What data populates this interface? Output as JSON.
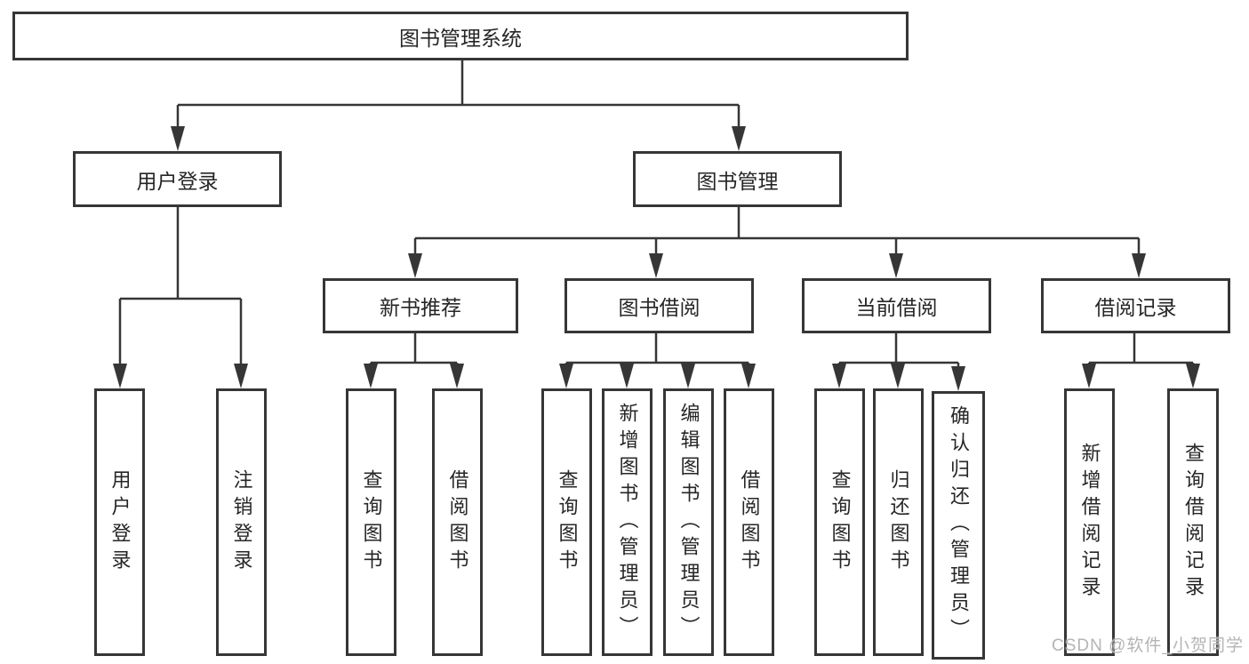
{
  "diagram": {
    "root": {
      "label": "图书管理系统"
    },
    "level2": [
      {
        "label": "用户登录"
      },
      {
        "label": "图书管理"
      }
    ],
    "level3": [
      {
        "label": "新书推荐",
        "parent": "图书管理"
      },
      {
        "label": "图书借阅",
        "parent": "图书管理"
      },
      {
        "label": "当前借阅",
        "parent": "图书管理"
      },
      {
        "label": "借阅记录",
        "parent": "图书管理"
      }
    ],
    "leaves": [
      {
        "label": "用户登录",
        "parent": "用户登录"
      },
      {
        "label": "注销登录",
        "parent": "用户登录"
      },
      {
        "label": "查询图书",
        "parent": "新书推荐"
      },
      {
        "label": "借阅图书",
        "parent": "新书推荐"
      },
      {
        "label": "查询图书",
        "parent": "图书借阅"
      },
      {
        "label": "新增图书（管理员）",
        "parent": "图书借阅"
      },
      {
        "label": "编辑图书（管理员）",
        "parent": "图书借阅"
      },
      {
        "label": "借阅图书",
        "parent": "图书借阅"
      },
      {
        "label": "查询图书",
        "parent": "当前借阅"
      },
      {
        "label": "归还图书",
        "parent": "当前借阅"
      },
      {
        "label": "确认归还（管理员）",
        "parent": "当前借阅"
      },
      {
        "label": "新增借阅记录",
        "parent": "借阅记录"
      },
      {
        "label": "查询借阅记录",
        "parent": "借阅记录"
      }
    ]
  },
  "watermark": "CSDN @软件_小贺同学",
  "colors": {
    "line": "#363636",
    "text": "#262626",
    "background": "#ffffff",
    "watermark": "#b4b4b4"
  }
}
